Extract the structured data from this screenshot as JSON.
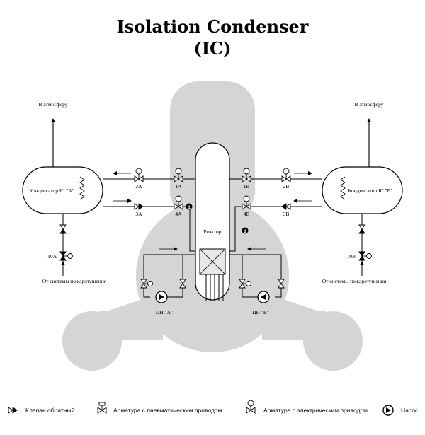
{
  "title_line1": "Isolation Condenser",
  "title_line2": "(IC)",
  "labels": {
    "vent_left": "В атмосферу",
    "vent_right": "В атмосферу",
    "condenser_a": "Конденсатор IC \"A\"",
    "condenser_b": "Конденсатор IC \"B\"",
    "reactor": "Реактор",
    "fire_left": "От системы пожаротушения",
    "fire_right": "От системы пожаротушения",
    "pump_a": "ЦН \"A\"",
    "pump_b": "ЦН \"B\""
  },
  "valves": {
    "v1a": "1A",
    "v1b": "1B",
    "v2a": "2A",
    "v2b": "2B",
    "v3a": "3A",
    "v3b": "3B",
    "v4a": "4A",
    "v4b": "4B",
    "v10a": "10A",
    "v10b": "10B"
  },
  "markers": {
    "m1": "1",
    "m2": "1"
  },
  "legend": {
    "check_valve": "Клапан обратный",
    "pneumatic_valve": "Арматура с пневматическим приводом",
    "electric_valve": "Арматура с электрическим приводом",
    "pump": "Насос"
  },
  "colors": {
    "containment": "#d3d5d7",
    "line": "#000000"
  }
}
